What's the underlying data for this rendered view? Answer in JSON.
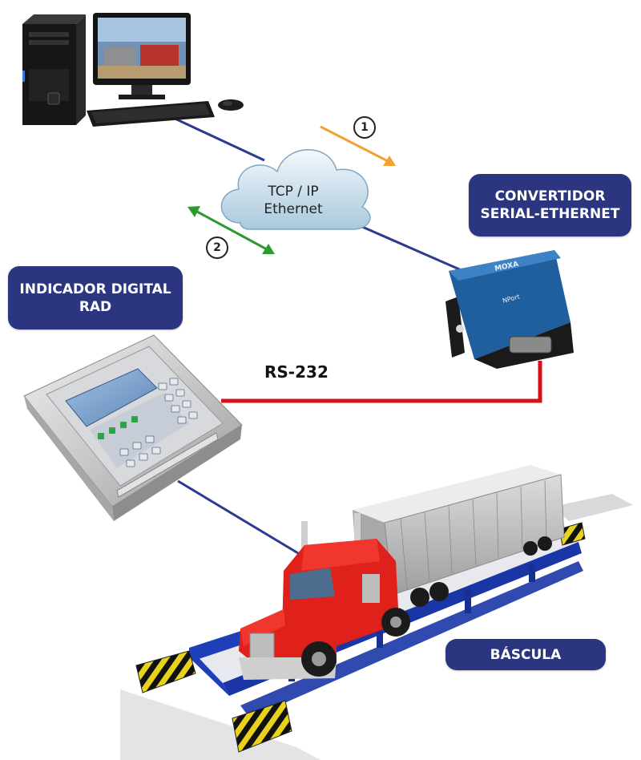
{
  "labels": {
    "convertidor_line1": "CONVERTIDOR",
    "convertidor_line2": "SERIAL-ETHERNET",
    "indicador_line1": "INDICADOR DIGITAL",
    "indicador_line2": "RAD",
    "bascula": "BÁSCULA",
    "rs232": "RS-232",
    "cloud_line1": "TCP / IP",
    "cloud_line2": "Ethernet",
    "step_1": "1",
    "step_2": "2"
  },
  "colors": {
    "pill_background": "#2b3580",
    "network_line": "#2c3a8f",
    "serial_line": "#d8101c",
    "arrow_1": "#f2a231",
    "arrow_2": "#2e9a2e",
    "scale_frame": "#1f3fb8",
    "truck_red": "#e0201a"
  },
  "icons": [
    "computer-tower",
    "monitor",
    "keyboard",
    "mouse",
    "cloud",
    "moxa-converter",
    "weighing-indicator",
    "truck",
    "weighbridge-scale"
  ]
}
